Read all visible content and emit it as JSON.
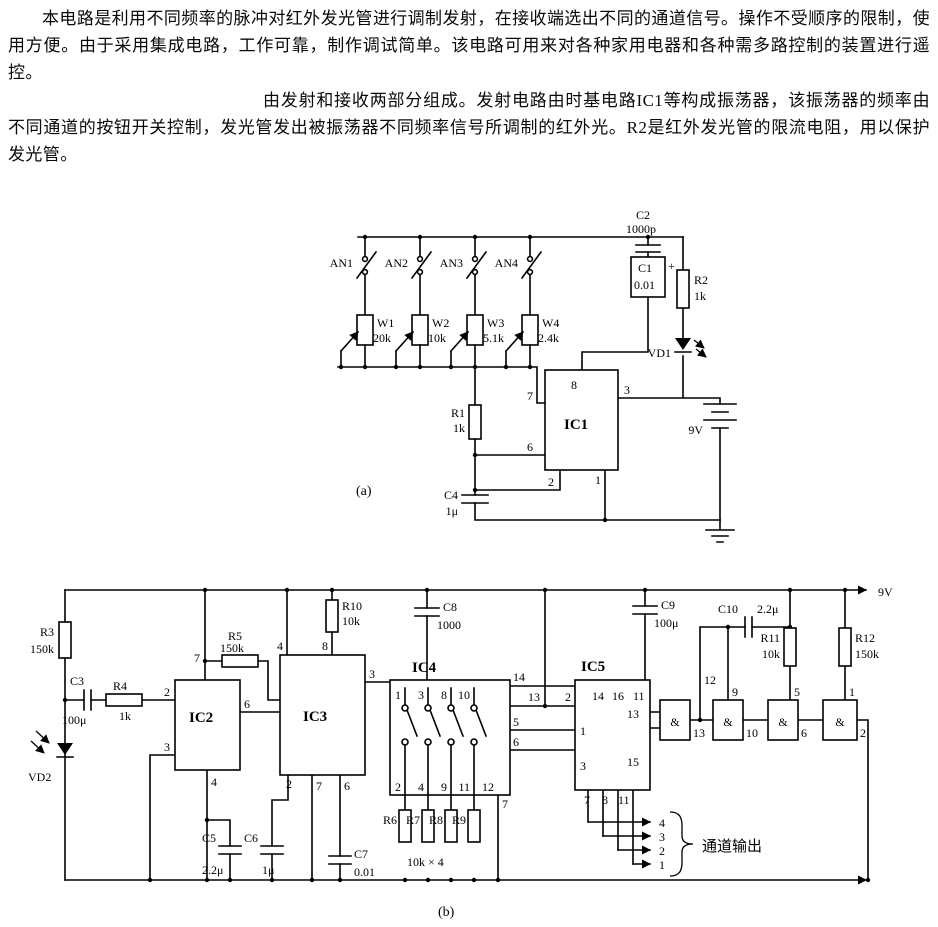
{
  "doc": {
    "p1": "本电路是利用不同频率的脉冲对红外发光管进行调制发射，在接收端选出不同的通道信号。操作不受顺序的限制，使用方便。由于采用集成电路，工作可靠，制作调试简单。该电路可用来对各种家用电器和各种需多路控制的装置进行遥控。",
    "p2": "由发射和接收两部分组成。发射电路由时基电路IC1等构成振荡器，该振荡器的频率由不同通道的按钮开关控制，发光管发出被振荡器不同频率信号所调制的红外光。R2是红外发光管的限流电阻，用以保护发光管。"
  },
  "a": {
    "caption": "(a)",
    "C2": "C2",
    "C2v": "1000p",
    "C1": "C1",
    "C1v": "0.01",
    "plus": "+",
    "R2": "R2",
    "R2v": "1k",
    "AN1": "AN1",
    "AN2": "AN2",
    "AN3": "AN3",
    "AN4": "AN4",
    "W1": "W1",
    "W1v": "20k",
    "W2": "W2",
    "W2v": "10k",
    "W3": "W3",
    "W3v": "5.1k",
    "W4": "W4",
    "W4v": "2.4k",
    "IC1": "IC1",
    "p8": "8",
    "p7": "7",
    "p3": "3",
    "p6": "6",
    "p2": "2",
    "p1": "1",
    "R1": "R1",
    "R1v": "1k",
    "VD1": "VD1",
    "bat": "9V",
    "C4": "C4",
    "C4v": "1μ"
  },
  "b": {
    "caption": "(b)",
    "supply": "9V",
    "R3": "R3",
    "R3v": "150k",
    "C3": "C3",
    "C3v": "100μ",
    "R4": "R4",
    "R4v": "1k",
    "VD2": "VD2",
    "IC2": "IC2",
    "ic2": {
      "p7": "7",
      "p2": "2",
      "p3": "3",
      "p4": "4",
      "p6": "6"
    },
    "R5": "R5",
    "R5v": "150k",
    "IC3": "IC3",
    "ic3": {
      "p4": "4",
      "p8": "8",
      "p3": "3",
      "p2": "2",
      "p7": "7",
      "p6": "6"
    },
    "R10": "R10",
    "R10v": "10k",
    "C8": "C8",
    "C8v": "1000",
    "IC4": "IC4",
    "ic4": {
      "t1": "1",
      "t3": "3",
      "t8": "8",
      "t10": "10",
      "b2": "2",
      "b4": "4",
      "b9": "9",
      "b11": "11",
      "b12": "12",
      "r14": "14",
      "r13": "13",
      "r5": "5",
      "r6": "6",
      "b7": "7"
    },
    "R6": "R6",
    "R7": "R7",
    "R8": "R8",
    "R9": "R9",
    "Rquad": "10k × 4",
    "C5": "C5",
    "C5v": "2.2μ",
    "C6": "C6",
    "C6v": "1μ",
    "C7": "C7",
    "C7v": "0.01",
    "IC5": "IC5",
    "ic5": {
      "l2": "2",
      "t14": "14",
      "t16": "16",
      "t11": "11",
      "l1": "1",
      "l3": "3",
      "r13": "13",
      "r15": "15",
      "b7": "7",
      "b8": "8",
      "b11": "11"
    },
    "C9": "C9",
    "C9v": "100μ",
    "C10": "C10",
    "C10v": "2.2μ",
    "R11": "R11",
    "R11v": "10k",
    "R12": "R12",
    "R12v": "150k",
    "gates": {
      "amp": "&",
      "g12": "12",
      "g9": "9",
      "g5": "5",
      "g1": "1",
      "g13": "13",
      "g10": "10",
      "g6": "6",
      "g2": "2"
    },
    "out": {
      "label": "通道输出",
      "ch4": "4",
      "ch3": "3",
      "ch2": "2",
      "ch1": "1"
    }
  }
}
